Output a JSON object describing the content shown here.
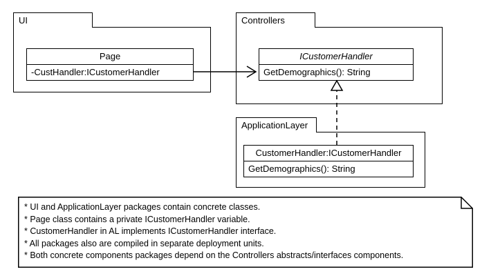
{
  "diagram": {
    "title": "Layered architecture UML package diagram",
    "stroke_color": "#000000",
    "background_color": "#ffffff"
  },
  "packages": [
    {
      "id": "ui",
      "name": "UI",
      "classes": [
        {
          "id": "page",
          "name": "Page",
          "stereotype": "class",
          "italic_name": false,
          "members": [
            "-CustHandler:ICustomerHandler"
          ]
        }
      ]
    },
    {
      "id": "controllers",
      "name": "Controllers",
      "classes": [
        {
          "id": "icustomerhandler",
          "name": "ICustomerHandler",
          "stereotype": "interface",
          "italic_name": true,
          "members": [
            "GetDemographics(): String"
          ]
        }
      ]
    },
    {
      "id": "applicationlayer",
      "name": "ApplicationLayer",
      "classes": [
        {
          "id": "customerhandler",
          "name": "CustomerHandler:ICustomerHandler",
          "stereotype": "class",
          "italic_name": false,
          "members": [
            "GetDemographics(): String"
          ]
        }
      ]
    }
  ],
  "relationships": [
    {
      "id": "page-uses-interface",
      "type": "association",
      "from": "page",
      "to": "icustomerhandler",
      "line_style": "solid",
      "arrow_head": "open-arrow"
    },
    {
      "id": "customerhandler-realizes-interface",
      "type": "realization",
      "from": "customerhandler",
      "to": "icustomerhandler",
      "line_style": "dashed",
      "arrow_head": "hollow-triangle"
    }
  ],
  "note": {
    "id": "diagram-note",
    "lines": [
      "* UI and ApplicationLayer packages contain concrete classes.",
      "* Page class contains a private ICustomerHandler variable.",
      "* CustomerHandler in AL implements ICustomerHandler interface.",
      "* All packages also are compiled in separate deployment units.",
      "* Both concrete components packages depend on the Controllers abstracts/interfaces components."
    ]
  }
}
